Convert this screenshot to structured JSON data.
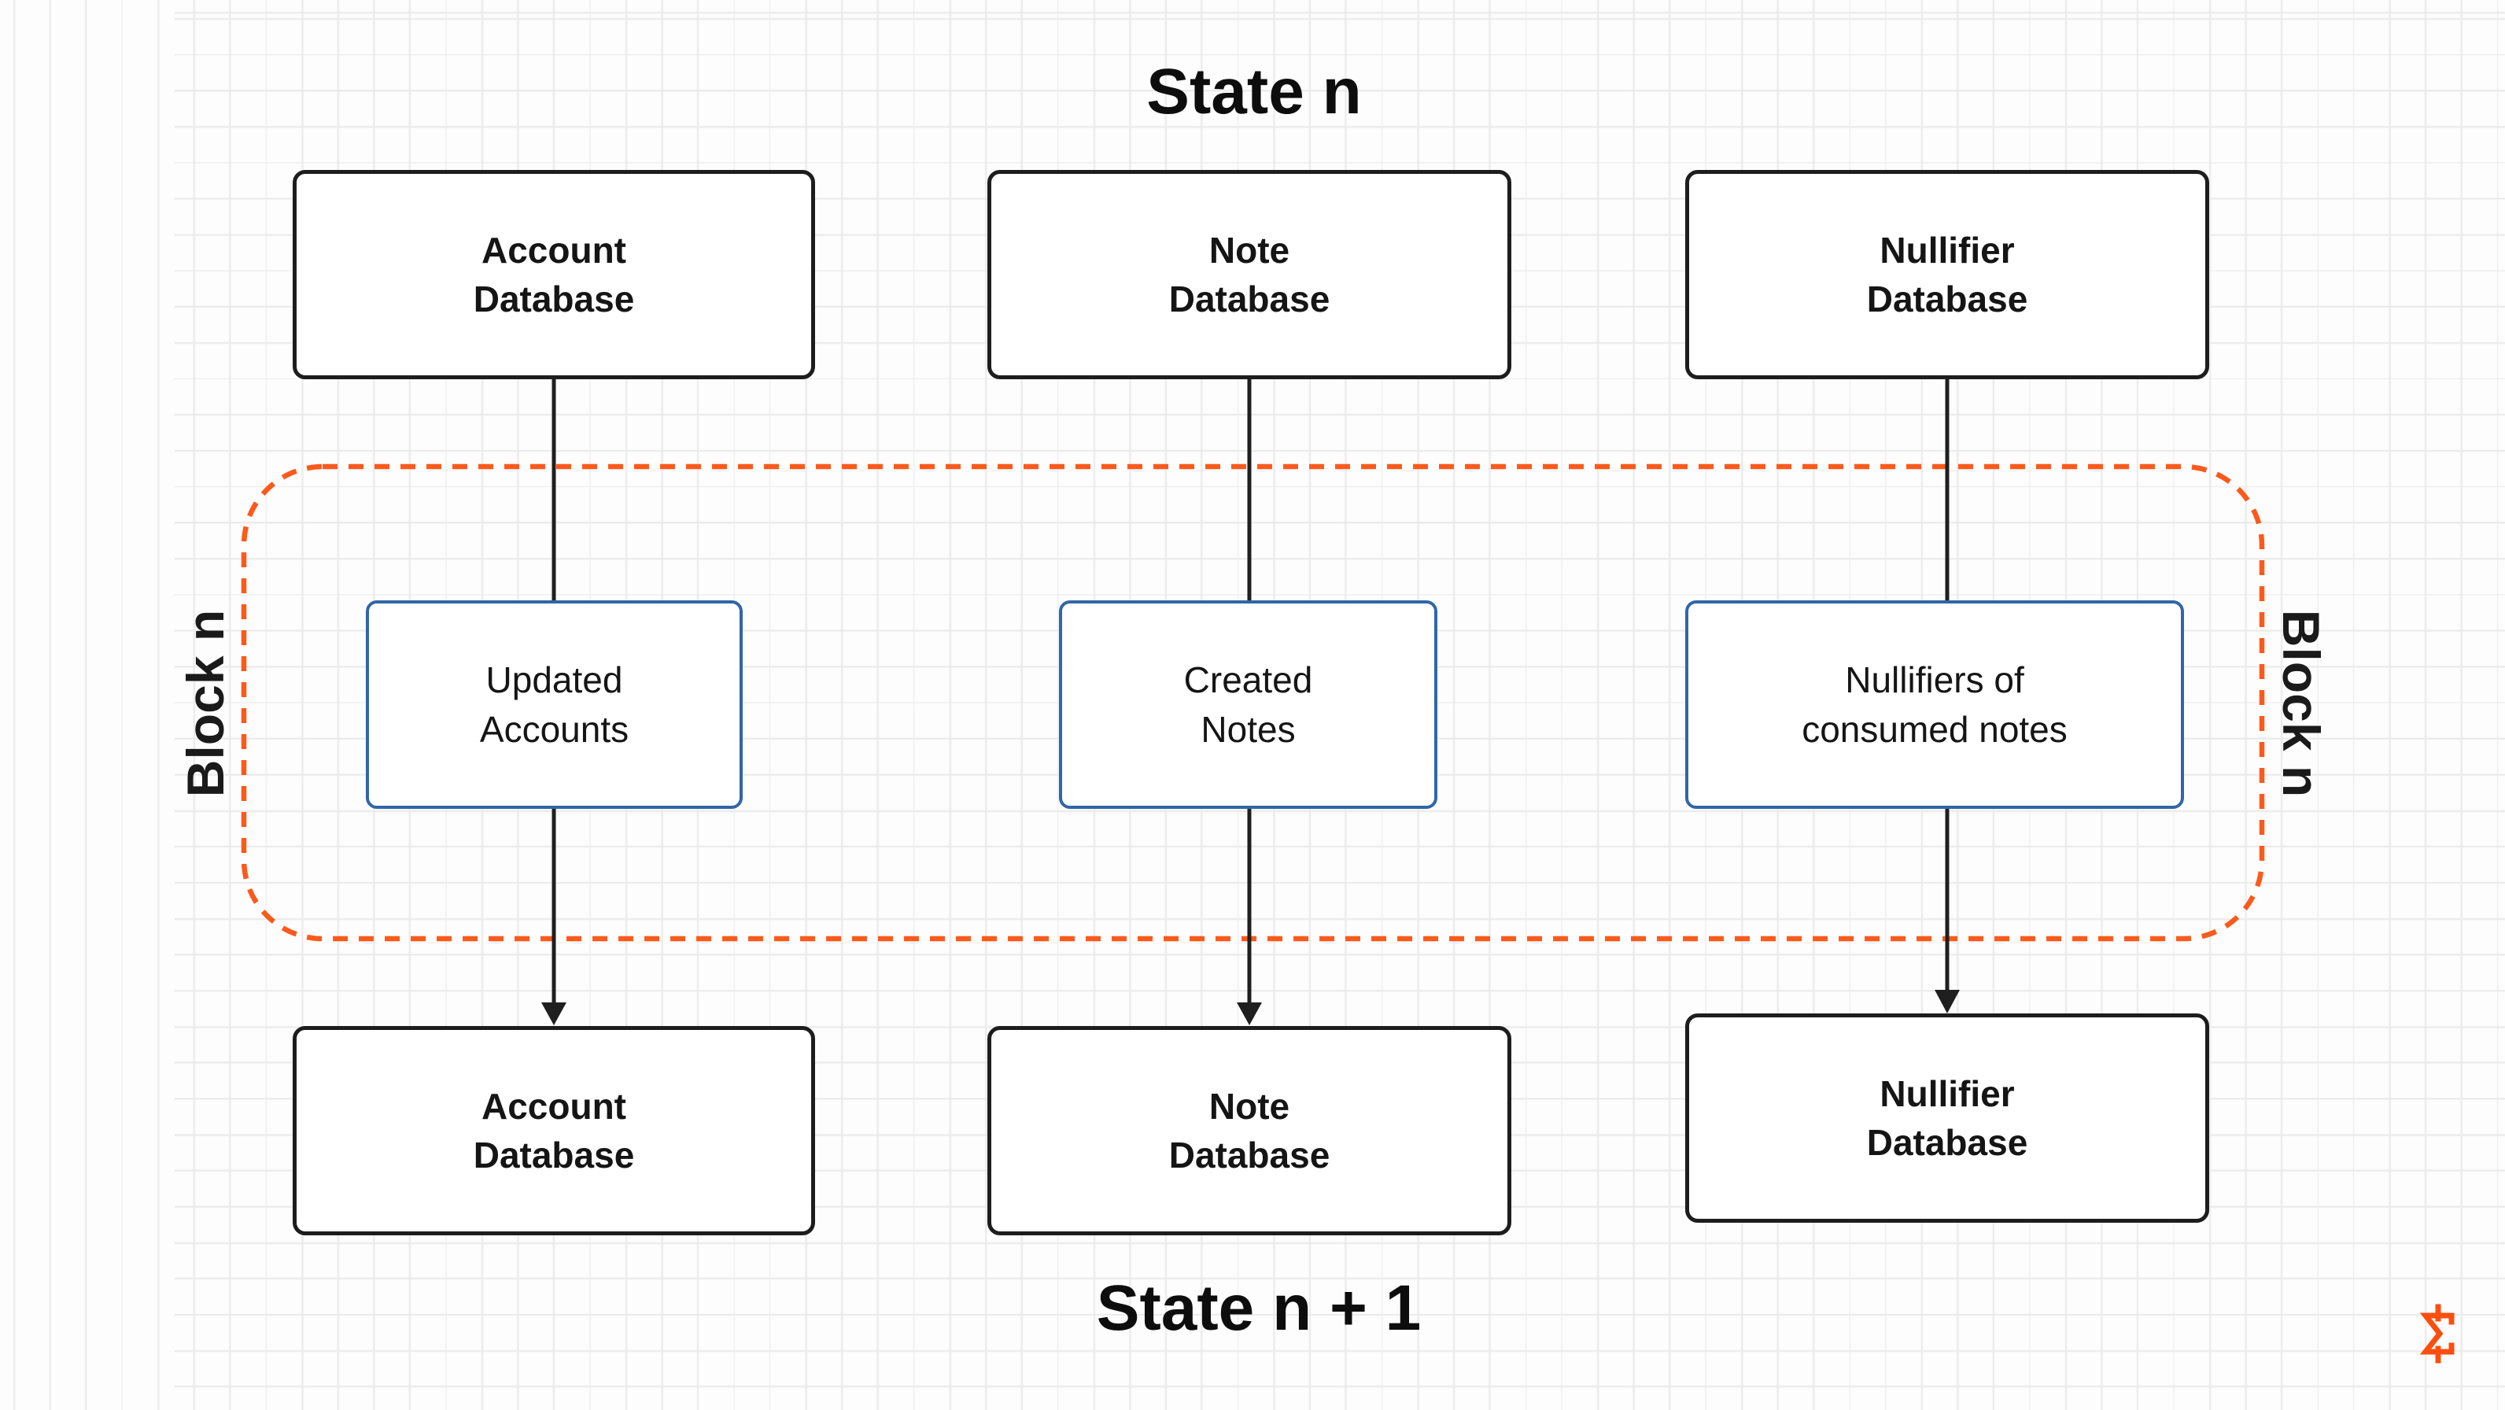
{
  "titles": {
    "state_n": "State n",
    "state_n_plus_1": "State n + 1"
  },
  "block_labels": {
    "left": "Block n",
    "right": "Block n"
  },
  "databases": {
    "top": [
      {
        "label": "Account\nDatabase"
      },
      {
        "label": "Note\nDatabase"
      },
      {
        "label": "Nullifier\nDatabase"
      }
    ],
    "block": [
      {
        "label": "Updated\nAccounts"
      },
      {
        "label": "Created\nNotes"
      },
      {
        "label": "Nullifiers of\nconsumed notes"
      }
    ],
    "bottom": [
      {
        "label": "Account\nDatabase"
      },
      {
        "label": "Note\nDatabase"
      },
      {
        "label": "Nullifier\nDatabase"
      }
    ]
  },
  "colors": {
    "accent_orange": "#fb5a1c",
    "logo_orange": "#fa4f0e",
    "node_black_border": "#1d1d1d",
    "node_blue_border": "#3166a8",
    "arrow_black": "#1f1f1f",
    "grid_line": "#ebebeb"
  }
}
